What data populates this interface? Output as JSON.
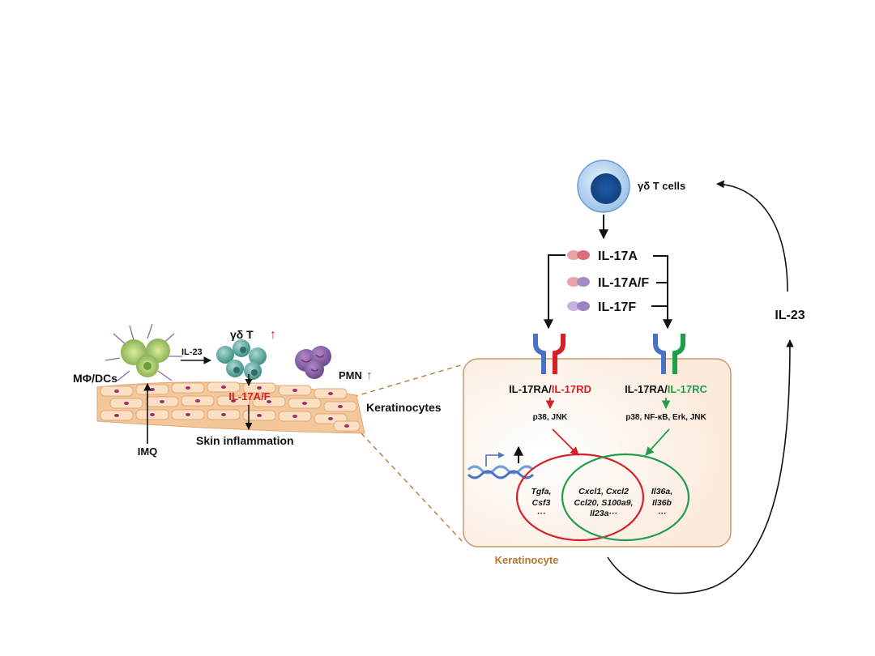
{
  "colors": {
    "red": "#d42026",
    "green": "#1f9e4b",
    "blue": "#4a72c4",
    "brown": "#b8732a",
    "panel_fill": "#fbeadb",
    "panel_stroke": "#c9986a"
  },
  "top": {
    "gd_cells": "γδ T cells",
    "il17a": "IL-17A",
    "il17af": "IL-17A/F",
    "il17f": "IL-17F",
    "il23_right": "IL-23"
  },
  "keratinocyte_panel": {
    "receptor_left": {
      "part1": "IL-17RA/",
      "part2": "IL-17RD"
    },
    "receptor_right": {
      "part1": "IL-17RA/",
      "part2": "IL-17RC"
    },
    "pathway_left": "p38, JNK",
    "pathway_right": "p38, NF-κB, Erk, JNK",
    "genes_left": [
      "Tgfa,",
      "Csf3",
      "···"
    ],
    "genes_middle": [
      "Cxcl1, Cxcl2",
      "Ccl20, S100a9,",
      "Il23a···"
    ],
    "genes_right": [
      "Il36a,",
      "Il36b",
      "···"
    ],
    "caption": "Keratinocyte"
  },
  "skin": {
    "mphi_dcs": "MΦ/DCs",
    "il23_left": "IL-23",
    "gd_t": "γδ T",
    "up_arrow": "↑",
    "pmn": "PMN",
    "il17af_red": "IL-17A/F",
    "keratinocytes": "Keratinocytes",
    "skin_inflammation": "Skin inflammation",
    "imq": "IMQ"
  }
}
